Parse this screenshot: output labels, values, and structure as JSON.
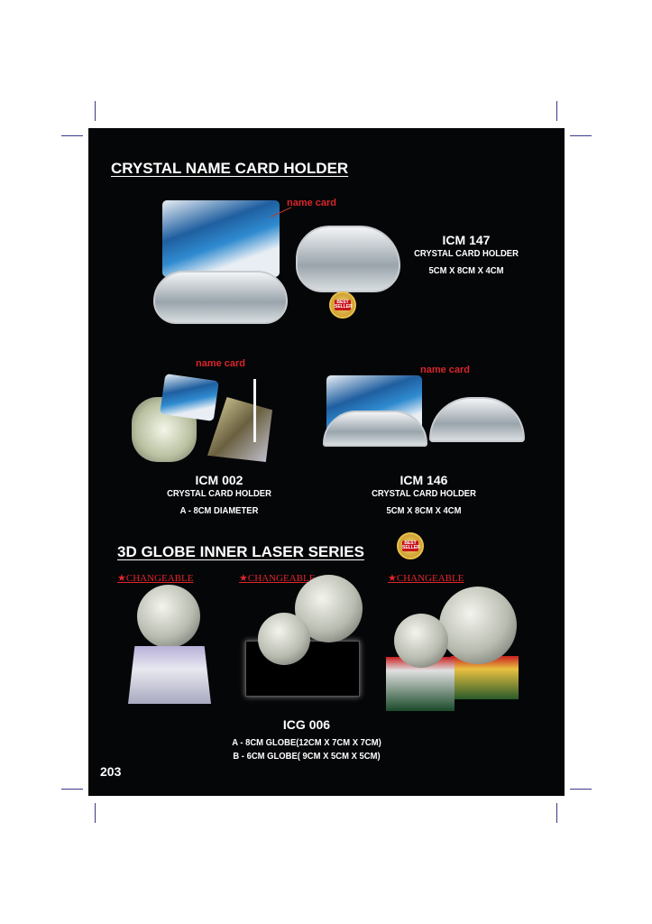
{
  "section1": {
    "heading": "CRYSTAL NAME CARD HOLDER",
    "callout": "name card",
    "products": [
      {
        "code": "ICM 147",
        "name": "CRYSTAL CARD HOLDER",
        "size": "5CM X 8CM X 4CM",
        "badge": "BEST SELLER"
      },
      {
        "code": "ICM 002",
        "name": "CRYSTAL CARD HOLDER",
        "size": "A - 8CM DIAMETER"
      },
      {
        "code": "ICM 146",
        "name": "CRYSTAL CARD HOLDER",
        "size": "5CM X 8CM X 4CM"
      }
    ]
  },
  "section2": {
    "heading": "3D GLOBE INNER LASER SERIES",
    "badge": "BEST SELLER",
    "changeable_label": "CHANGEABLE",
    "product": {
      "code": "ICG 006",
      "line_a": "A - 8CM GLOBE(12CM X 7CM X 7CM)",
      "line_b": "B - 6CM GLOBE( 9CM X 5CM X 5CM)"
    }
  },
  "page_number": "203"
}
